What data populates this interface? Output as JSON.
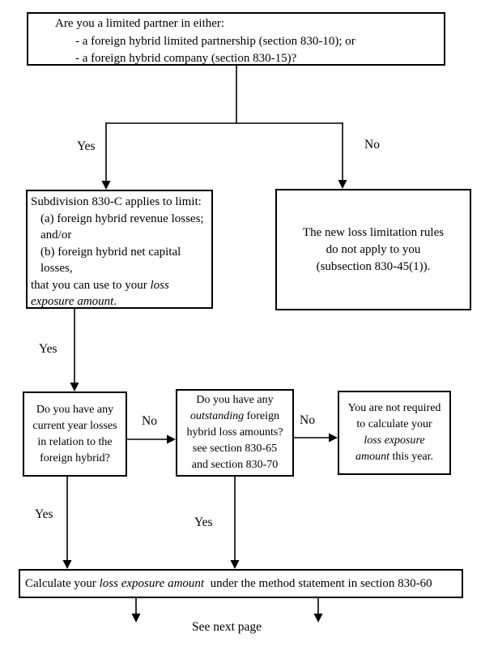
{
  "colors": {
    "background": "#ffffff",
    "line": "#000000",
    "text": "#000000"
  },
  "nodes": {
    "question_limited_partner": {
      "lines": [
        {
          "runs": [
            {
              "t": "Are you a limited partner in either:"
            }
          ]
        },
        {
          "indent": true,
          "runs": [
            {
              "t": "- a foreign hybrid limited partnership (section 830-10); or"
            }
          ]
        },
        {
          "indent": true,
          "runs": [
            {
              "t": "- a foreign hybrid company (section 830-15)?"
            }
          ]
        }
      ]
    },
    "subdivision_830c_limit": {
      "lines": [
        {
          "runs": [
            {
              "t": "Subdivision 830-C applies to limit:"
            }
          ]
        },
        {
          "indent": true,
          "runs": [
            {
              "t": "(a) foreign hybrid revenue losses;"
            }
          ]
        },
        {
          "indent": true,
          "runs": [
            {
              "t": "and/or"
            }
          ]
        },
        {
          "indent": true,
          "runs": [
            {
              "t": "(b) foreign hybrid net capital"
            }
          ]
        },
        {
          "indent": true,
          "runs": [
            {
              "t": "losses,"
            }
          ]
        },
        {
          "runs": [
            {
              "t": "that you can use to your "
            },
            {
              "t": "loss",
              "i": true
            }
          ]
        },
        {
          "runs": [
            {
              "t": "exposure amount",
              "i": true
            },
            {
              "t": "."
            }
          ]
        }
      ]
    },
    "rules_do_not_apply": {
      "lines": [
        {
          "runs": [
            {
              "t": "The new loss limitation rules"
            }
          ]
        },
        {
          "runs": [
            {
              "t": "do not apply to you"
            }
          ]
        },
        {
          "runs": [
            {
              "t": "(subsection 830-45(1))."
            }
          ]
        }
      ]
    },
    "question_current_year_losses": {
      "lines": [
        {
          "runs": [
            {
              "t": "Do you have any"
            }
          ]
        },
        {
          "runs": [
            {
              "t": "current year losses"
            }
          ]
        },
        {
          "runs": [
            {
              "t": "in relation to the"
            }
          ]
        },
        {
          "runs": [
            {
              "t": "foreign hybrid?"
            }
          ]
        }
      ]
    },
    "question_outstanding_amounts": {
      "lines": [
        {
          "runs": [
            {
              "t": "Do you have any"
            }
          ]
        },
        {
          "runs": [
            {
              "t": "outstanding",
              "i": true
            },
            {
              "t": " foreign"
            }
          ]
        },
        {
          "runs": [
            {
              "t": "hybrid loss amounts?"
            }
          ]
        },
        {
          "runs": [
            {
              "t": "see section 830-65"
            }
          ]
        },
        {
          "runs": [
            {
              "t": "and section 830-70"
            }
          ]
        }
      ]
    },
    "not_required_this_year": {
      "lines": [
        {
          "runs": [
            {
              "t": "You are not required"
            }
          ]
        },
        {
          "runs": [
            {
              "t": "to calculate your"
            }
          ]
        },
        {
          "runs": [
            {
              "t": "loss exposure",
              "i": true
            }
          ]
        },
        {
          "runs": [
            {
              "t": "amount",
              "i": true
            },
            {
              "t": " this year."
            }
          ]
        }
      ]
    },
    "calculate_loss_exposure": {
      "lines": [
        {
          "runs": [
            {
              "t": "Calculate your "
            },
            {
              "t": "loss exposure amount",
              "i": true
            },
            {
              "t": "  under the method statement in section 830-60"
            }
          ]
        }
      ]
    }
  },
  "edge_labels": {
    "top_yes": "Yes",
    "top_no": "No",
    "subdivision_yes": "Yes",
    "current_losses_no": "No",
    "outstanding_no": "No",
    "current_losses_yes": "Yes",
    "outstanding_yes": "Yes"
  },
  "footer": {
    "see_next_page": "See next page"
  }
}
